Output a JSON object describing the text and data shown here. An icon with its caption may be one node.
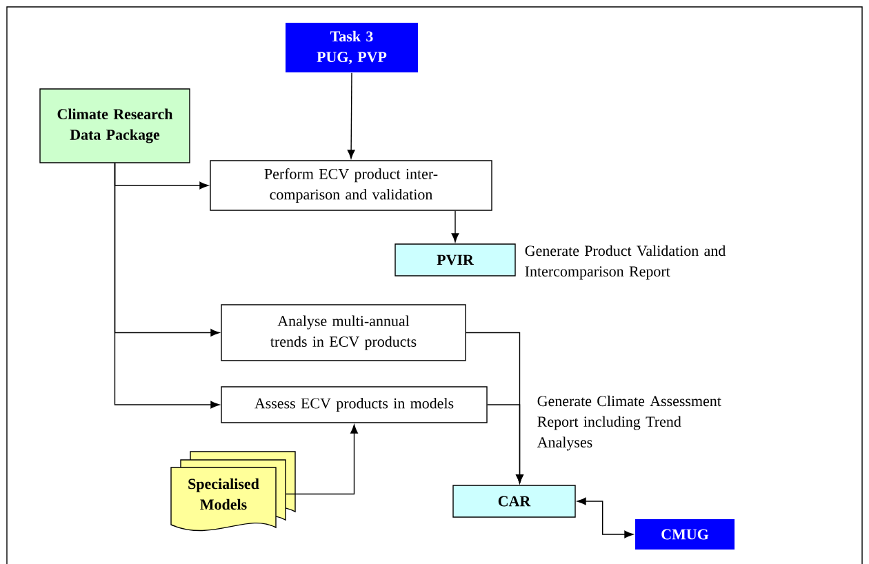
{
  "diagram": {
    "nodes": [
      {
        "text": [
          "Task 3 PUG, PVP"
        ]
      },
      {
        "text": [
          "Climate Research Data Package"
        ]
      },
      {
        "text": [
          "Perform ECV product inter-comparison and validation"
        ]
      },
      {
        "text": [
          "PVIR"
        ],
        "beside": [
          "Generate Product Validation and Intercomparison Report"
        ]
      },
      {
        "text": [
          "Analyse multi-annual trends in ECV products"
        ]
      },
      {
        "text": [
          "Assess ECV products in models"
        ]
      },
      {
        "text": [
          "Specialised Models"
        ]
      },
      {
        "text": [
          "CAR"
        ],
        "beside": [
          "Generate Climate Assessment Report including Trend Analyses"
        ]
      },
      {
        "text": [
          "CMUG"
        ]
      }
    ],
    "edges": [
      {
        "from": 0,
        "to": 2,
        "arrow": "to"
      },
      {
        "from": 1,
        "to": 2,
        "arrow": "to"
      },
      {
        "from": 1,
        "to": 4,
        "arrow": "to"
      },
      {
        "from": 1,
        "to": 5,
        "arrow": "to"
      },
      {
        "from": 2,
        "to": 3,
        "arrow": "to"
      },
      {
        "from": 4,
        "to": 7,
        "arrow": "to"
      },
      {
        "from": 5,
        "to": 7,
        "arrow": "to"
      },
      {
        "from": 6,
        "to": 5,
        "arrow": "to"
      },
      {
        "from": 7,
        "to": 8,
        "arrow": "both"
      }
    ]
  }
}
